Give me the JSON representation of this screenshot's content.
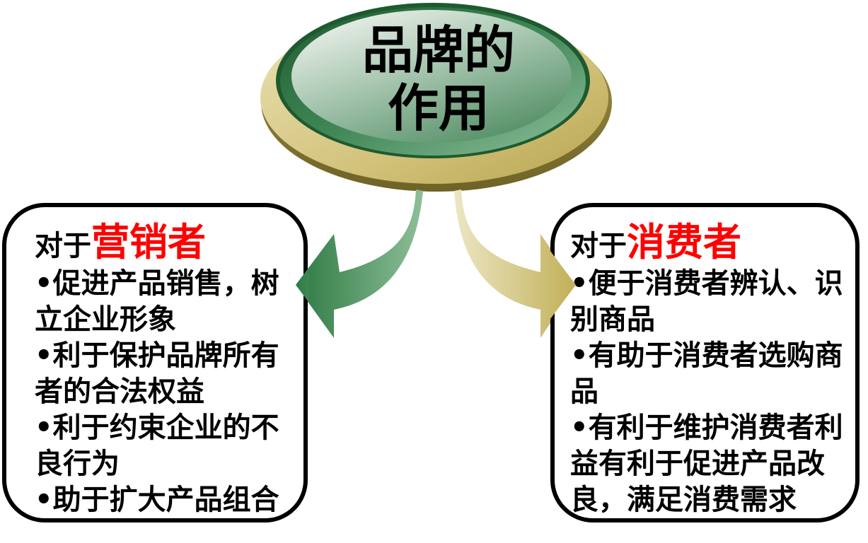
{
  "center": {
    "title_line1": "品牌的",
    "title_line2": "作用",
    "colors": {
      "disk_green": "#3a7d4e",
      "disk_gold": "#c9b96a"
    }
  },
  "left_panel": {
    "prefix": "对于",
    "subject": "营销者",
    "lines": [
      "•促进产品销售，树",
      "立企业形象",
      "•利于保护品牌所有",
      "者的合法权益",
      "•利于约束企业的不",
      "良行为",
      "•助于扩大产品组合"
    ],
    "arrow_color": "#2e7a43"
  },
  "right_panel": {
    "prefix": "对于",
    "subject": "消费者",
    "lines": [
      "•便于消费者辨认、识",
      "别商品",
      "•有助于消费者选购商",
      "品",
      "•有利于维护消费者利",
      "益有利于促进产品改",
      "良，满足消费需求"
    ],
    "arrow_color": "#c4b460"
  },
  "accent_color": "#ff0000"
}
